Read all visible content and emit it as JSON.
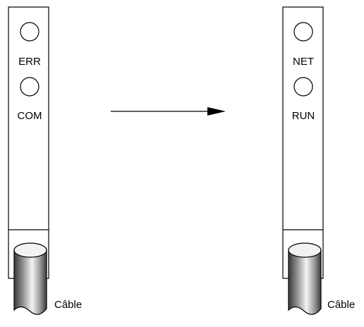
{
  "left_module": {
    "indicators": [
      {
        "label": "ERR"
      },
      {
        "label": "COM"
      }
    ],
    "cable_label": "Câble"
  },
  "right_module": {
    "indicators": [
      {
        "label": "NET"
      },
      {
        "label": "RUN"
      }
    ],
    "cable_label": "Câble"
  },
  "colors": {
    "line": "#000000",
    "background": "#ffffff",
    "cable_dark": "#3a3a3a",
    "cable_light": "#f4f4f4"
  }
}
